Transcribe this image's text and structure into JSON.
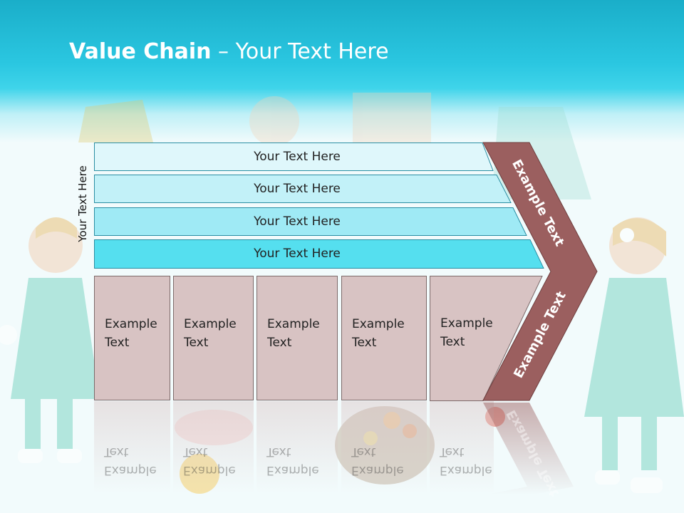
{
  "slide": {
    "title_bold": "Value Chain",
    "title_rest": " – Your Text Here"
  },
  "side_label": "Your Text Here",
  "bars": [
    {
      "label": "Your Text Here",
      "color": "#dff7fb"
    },
    {
      "label": "Your Text Here",
      "color": "#c2f1f8"
    },
    {
      "label": "Your Text Here",
      "color": "#9feaf5"
    },
    {
      "label": "Your Text Here",
      "color": "#55dfef"
    }
  ],
  "boxes": [
    {
      "label": "Example\nText"
    },
    {
      "label": "Example\nText"
    },
    {
      "label": "Example\nText"
    },
    {
      "label": "Example\nText"
    },
    {
      "label": "Example\nText"
    }
  ],
  "chevron": {
    "upper_label": "Example Text",
    "lower_label": "Example Text",
    "color": "#9b5f5f"
  },
  "colors": {
    "box_fill": "#d8c3c3",
    "bar_border": "#2a8ea3",
    "header": "#2bc7e1"
  }
}
